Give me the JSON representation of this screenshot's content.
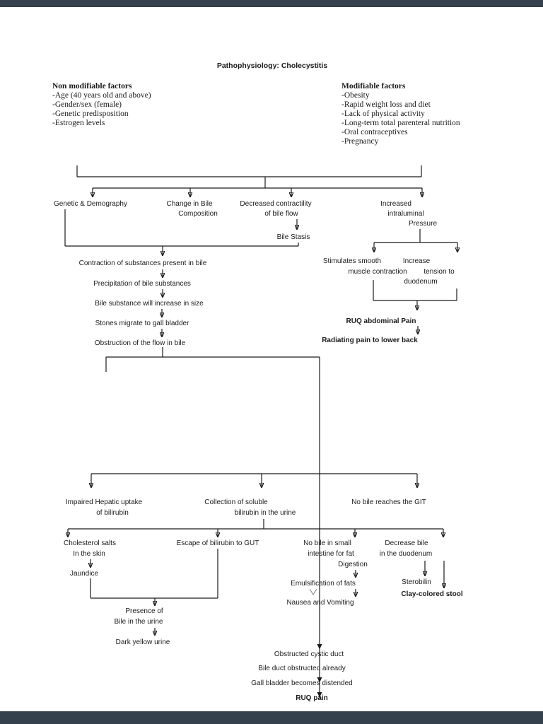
{
  "page": {
    "title": "Pathophysiology: Cholecystitis"
  },
  "colors": {
    "line": "#1a1a1a",
    "text": "#1a1a1a",
    "page_bg": "#ffffff",
    "viewer_chrome": "#35414c"
  },
  "factors": {
    "non_modifiable": {
      "heading": "Non modifiable factors",
      "items": [
        "-Age (40 years old and above)",
        "-Gender/sex (female)",
        "-Genetic predisposition",
        "-Estrogen levels"
      ]
    },
    "modifiable": {
      "heading": "Modifiable factors",
      "items": [
        "-Obesity",
        "-Rapid weight loss and diet",
        "-Lack of physical activity",
        "-Long-term total parenteral nutrition",
        "-Oral contraceptives",
        "-Pregnancy"
      ]
    }
  },
  "nodes": {
    "genetic_demography": "Genetic & Demography",
    "change_in_bile": [
      "Change in Bile",
      "Composition"
    ],
    "decreased_contractility": [
      "Decreased contractility",
      "of bile flow"
    ],
    "increased_pressure": [
      "Increased",
      "intraluminal",
      "Pressure"
    ],
    "bile_stasis": "Bile Stasis",
    "contraction": "Contraction of substances present in bile",
    "precipitation": "Precipitation of bile substances",
    "bile_substance_size": "Bile substance will increase in size",
    "stones_migrate": "Stones migrate to gall bladder",
    "obstruction_flow": "Obstruction of the flow in bile",
    "stimulates_smooth": [
      "Stimulates smooth",
      "muscle contraction"
    ],
    "increase_tension": [
      "Increase",
      "tension to",
      "duodenum"
    ],
    "ruq_abdominal_pain": "RUQ abdominal Pain",
    "radiating_pain": "Radiating pain to lower back",
    "impaired_hepatic": [
      "Impaired Hepatic uptake",
      "of bilirubin"
    ],
    "collection_soluble": [
      "Collection of soluble",
      "bilirubin in the urine"
    ],
    "no_bile_git": "No bile reaches the GIT",
    "cholesterol_salts": [
      "Cholesterol salts",
      "In the skin"
    ],
    "jaundice": "Jaundice",
    "escape_bilirubin": "Escape of bilirubin to GUT",
    "no_bile_small": [
      "No bile in small",
      "intestine for fat",
      "Digestion"
    ],
    "emulsification": "Emulsification of fats",
    "nausea_vomiting": "Nausea and Vomiting",
    "decrease_bile": [
      "Decrease bile",
      "in the duodenum"
    ],
    "sterobilin": "Sterobilin",
    "clay_colored_stool": "Clay-colored stool",
    "presence_bile_urine": [
      "Presence of",
      "Bile in the urine"
    ],
    "dark_yellow_urine": "Dark yellow urine",
    "obstructed_cystic_duct": "Obstructed cystic duct",
    "bile_duct_obstructed": "Bile duct obstructed already",
    "gall_bladder_distended": "Gall bladder becomes distended",
    "ruq_pain": "RUQ pain"
  }
}
